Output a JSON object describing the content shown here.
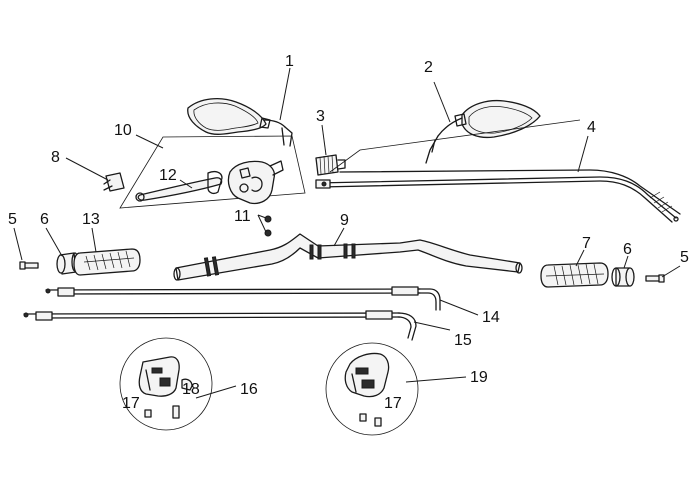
{
  "callouts": {
    "c1": "1",
    "c2": "2",
    "c3": "3",
    "c4": "4",
    "c5a": "5",
    "c5b": "5",
    "c6a": "6",
    "c6b": "6",
    "c7": "7",
    "c8": "8",
    "c9": "9",
    "c10": "10",
    "c11": "11",
    "c12": "12",
    "c13": "13",
    "c14": "14",
    "c15": "15",
    "c16": "16",
    "c17a": "17",
    "c17b": "17",
    "c18": "18",
    "c19": "19"
  },
  "colors": {
    "line": "#1a1a1a",
    "background": "#ffffff"
  },
  "icons": {
    "rear_view_mirror": "rear-view-mirror",
    "cable": "cable",
    "bolt": "bolt",
    "bar_end_weight": "bar-end-weight",
    "grip": "grip",
    "handlebar": "handlebar",
    "lever": "lever",
    "switch_housing": "switch-housing"
  }
}
